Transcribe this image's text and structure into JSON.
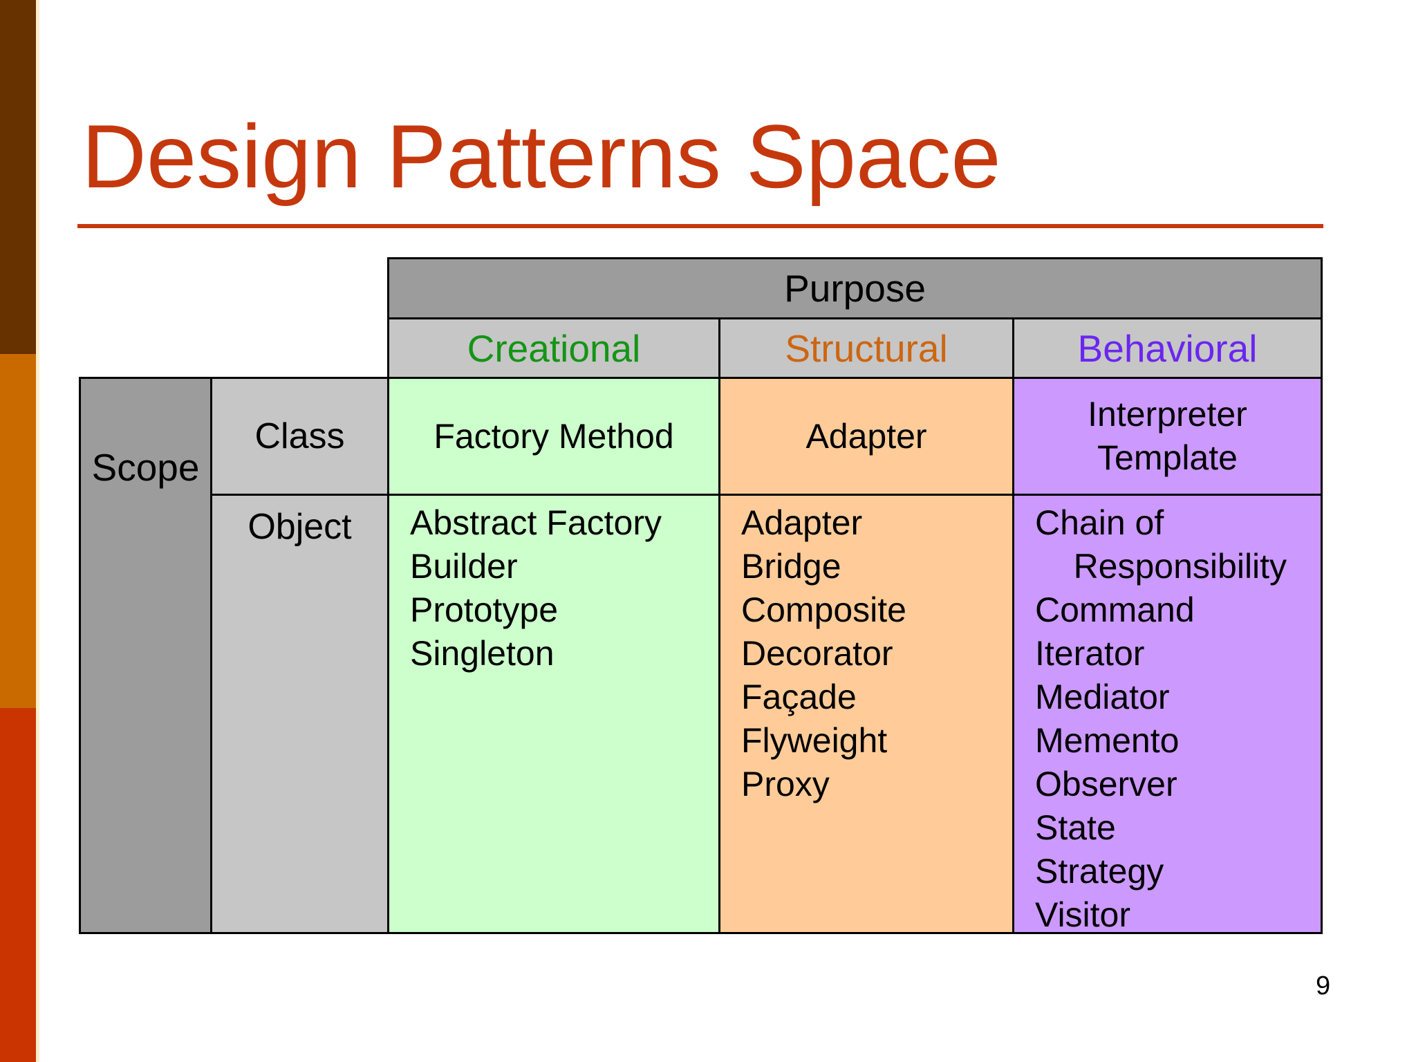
{
  "title": "Design Patterns Space",
  "page_number": "9",
  "table": {
    "purpose_header": "Purpose",
    "scope_header": "Scope",
    "row_headers": [
      "Class",
      "Object"
    ],
    "columns": [
      {
        "label": "Creational",
        "label_color": "#159415",
        "cell_color": "#CCFFCC",
        "class_patterns": [
          "Factory Method"
        ],
        "object_patterns": [
          "Abstract Factory",
          "Builder",
          "Prototype",
          "Singleton"
        ]
      },
      {
        "label": "Structural",
        "label_color": "#CC6611",
        "cell_color": "#FFCC99",
        "class_patterns": [
          "Adapter"
        ],
        "object_patterns": [
          "Adapter",
          "Bridge",
          "Composite",
          "Decorator",
          "Façade",
          "Flyweight",
          "Proxy"
        ]
      },
      {
        "label": "Behavioral",
        "label_color": "#6A26F0",
        "cell_color": "#CC99FF",
        "class_patterns": [
          "Interpreter",
          "Template"
        ],
        "object_patterns": [
          "Chain of",
          "    Responsibility",
          "Command",
          "Iterator",
          "Mediator",
          "Memento",
          "Observer",
          "State",
          "Strategy",
          "Visitor"
        ]
      }
    ]
  },
  "colors": {
    "title_text": "#C5380D",
    "header_dark_gray": "#9C9C9C",
    "header_light_gray": "#C6C6C6",
    "table_border": "#000000",
    "accent_bar_top": "#673100",
    "accent_bar_middle": "#C96A00",
    "accent_bar_bottom": "#C93400",
    "accent_stripe": "#FBEEC9"
  }
}
